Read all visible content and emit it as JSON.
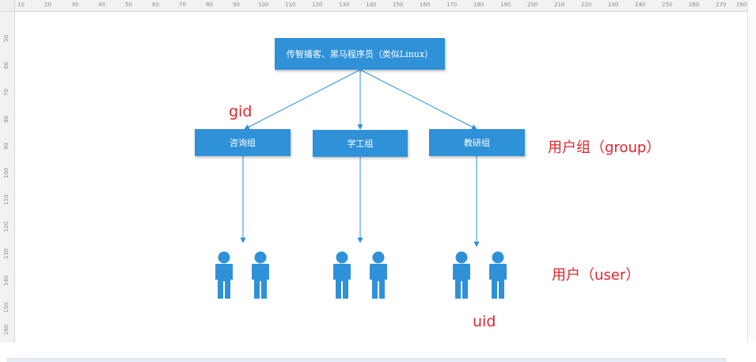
{
  "ruler": {
    "top_ticks": [
      "10",
      "20",
      "30",
      "40",
      "50",
      "60",
      "70",
      "80",
      "90",
      "100",
      "110",
      "120",
      "130",
      "140",
      "150",
      "160",
      "170",
      "180",
      "190",
      "200",
      "210",
      "220",
      "230",
      "240",
      "250",
      "260",
      "270",
      "280"
    ],
    "left_ticks": [
      "50",
      "60",
      "70",
      "80",
      "90",
      "100",
      "110",
      "120",
      "130",
      "140",
      "150",
      "160"
    ]
  },
  "diagram": {
    "root": "传智播客、黑马程序员（类似Linux）",
    "groups": [
      "咨询组",
      "学工组",
      "教研组"
    ],
    "labels": {
      "gid": "gid",
      "group": "用户组（group）",
      "user": "用户（user）",
      "uid": "uid"
    },
    "colors": {
      "node_fill": "#2f91d8",
      "connector": "#2f91d8",
      "person_icon": "#2f91d8",
      "annotation": "#e5222c"
    }
  }
}
